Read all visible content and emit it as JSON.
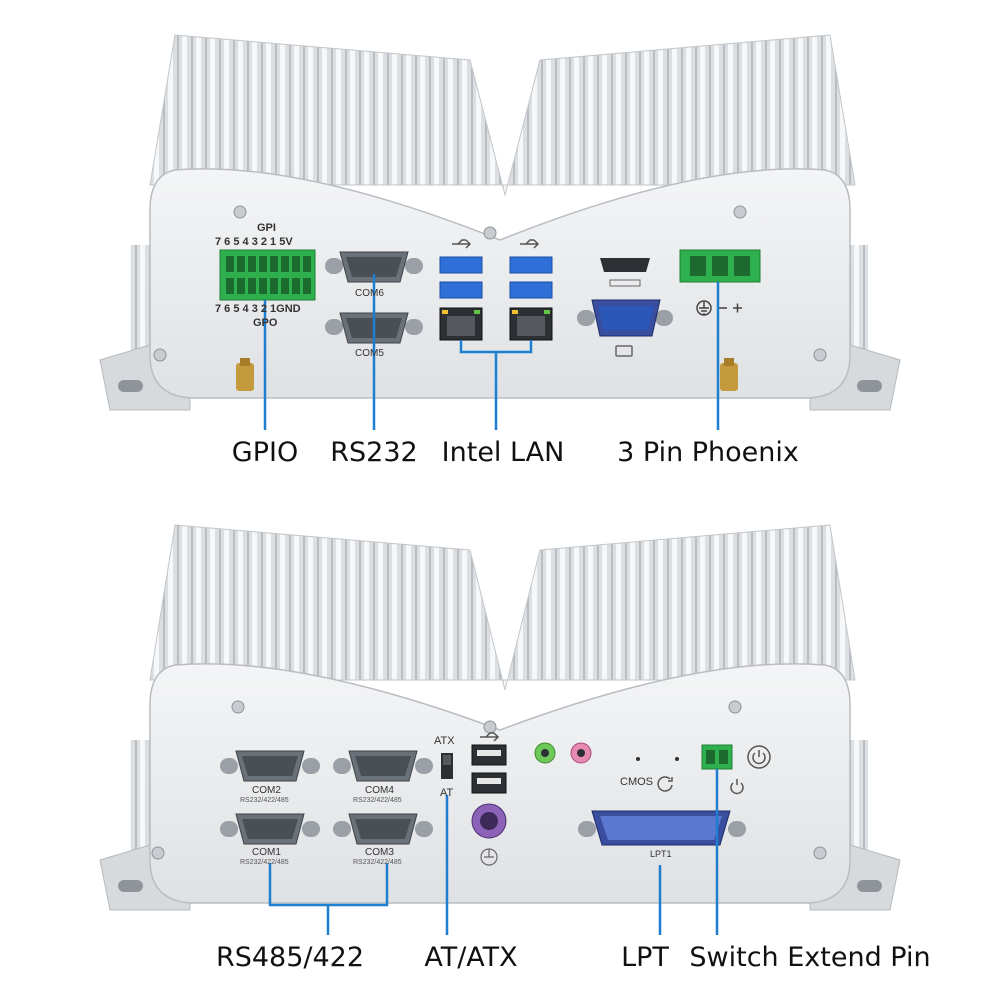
{
  "top": {
    "gpio_header": {
      "gpi_label": "GPI",
      "gpi_pins": "7 6 5 4 3 2 1 5V",
      "gpo_pins": "7 6 5 4 3 2 1GND",
      "gpo_label": "GPO"
    },
    "com6_label": "COM6",
    "com5_label": "COM5",
    "callouts": {
      "gpio": "GPIO",
      "rs232": "RS232",
      "intel_lan": "Intel LAN",
      "phoenix": "3 Pin Phoenix"
    }
  },
  "bottom": {
    "com2_label": "COM2",
    "com4_label": "COM4",
    "com1_label": "COM1",
    "com3_label": "COM3",
    "rs_sub": "RS232/422/485",
    "atx_label": "ATX",
    "at_label": "AT",
    "cmos_label": "CMOS",
    "lpt1_label": "LPT1",
    "callouts": {
      "rs485": "RS485/422",
      "atatx": "AT/ATX",
      "lpt": "LPT",
      "switch": "Switch Extend Pin"
    }
  },
  "colors": {
    "callout_line": "#1e7fd0",
    "terminal_green": "#2fb04e",
    "usb_blue": "#2f6fd8",
    "vga_blue": "#2b57b8",
    "chassis_silver": "#e4e6e9",
    "audio_green": "#6fc85a",
    "audio_pink": "#e68ab4"
  },
  "icons": [
    "usb-icon",
    "monitor-icon",
    "ground-icon",
    "power-icon",
    "refresh-icon",
    "mouse-keyboard-icon"
  ]
}
